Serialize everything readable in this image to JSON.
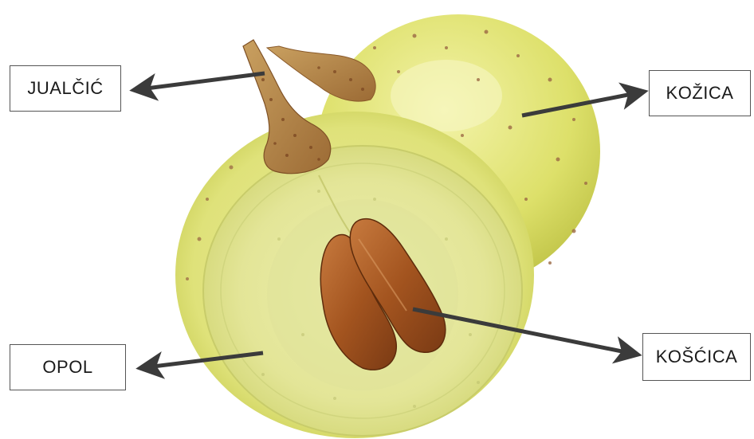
{
  "labels": {
    "jualcic": "JUALČIĆ",
    "kozica": "KOŽICA",
    "opol": "OPOL",
    "koscica": "KOŠĆICA"
  },
  "colors": {
    "berry_skin": "#dfe06a",
    "berry_flesh": "#e6e88f",
    "seed": "#a85a2a",
    "stem": "#b5834a",
    "arrow": "#3b3b3b"
  }
}
